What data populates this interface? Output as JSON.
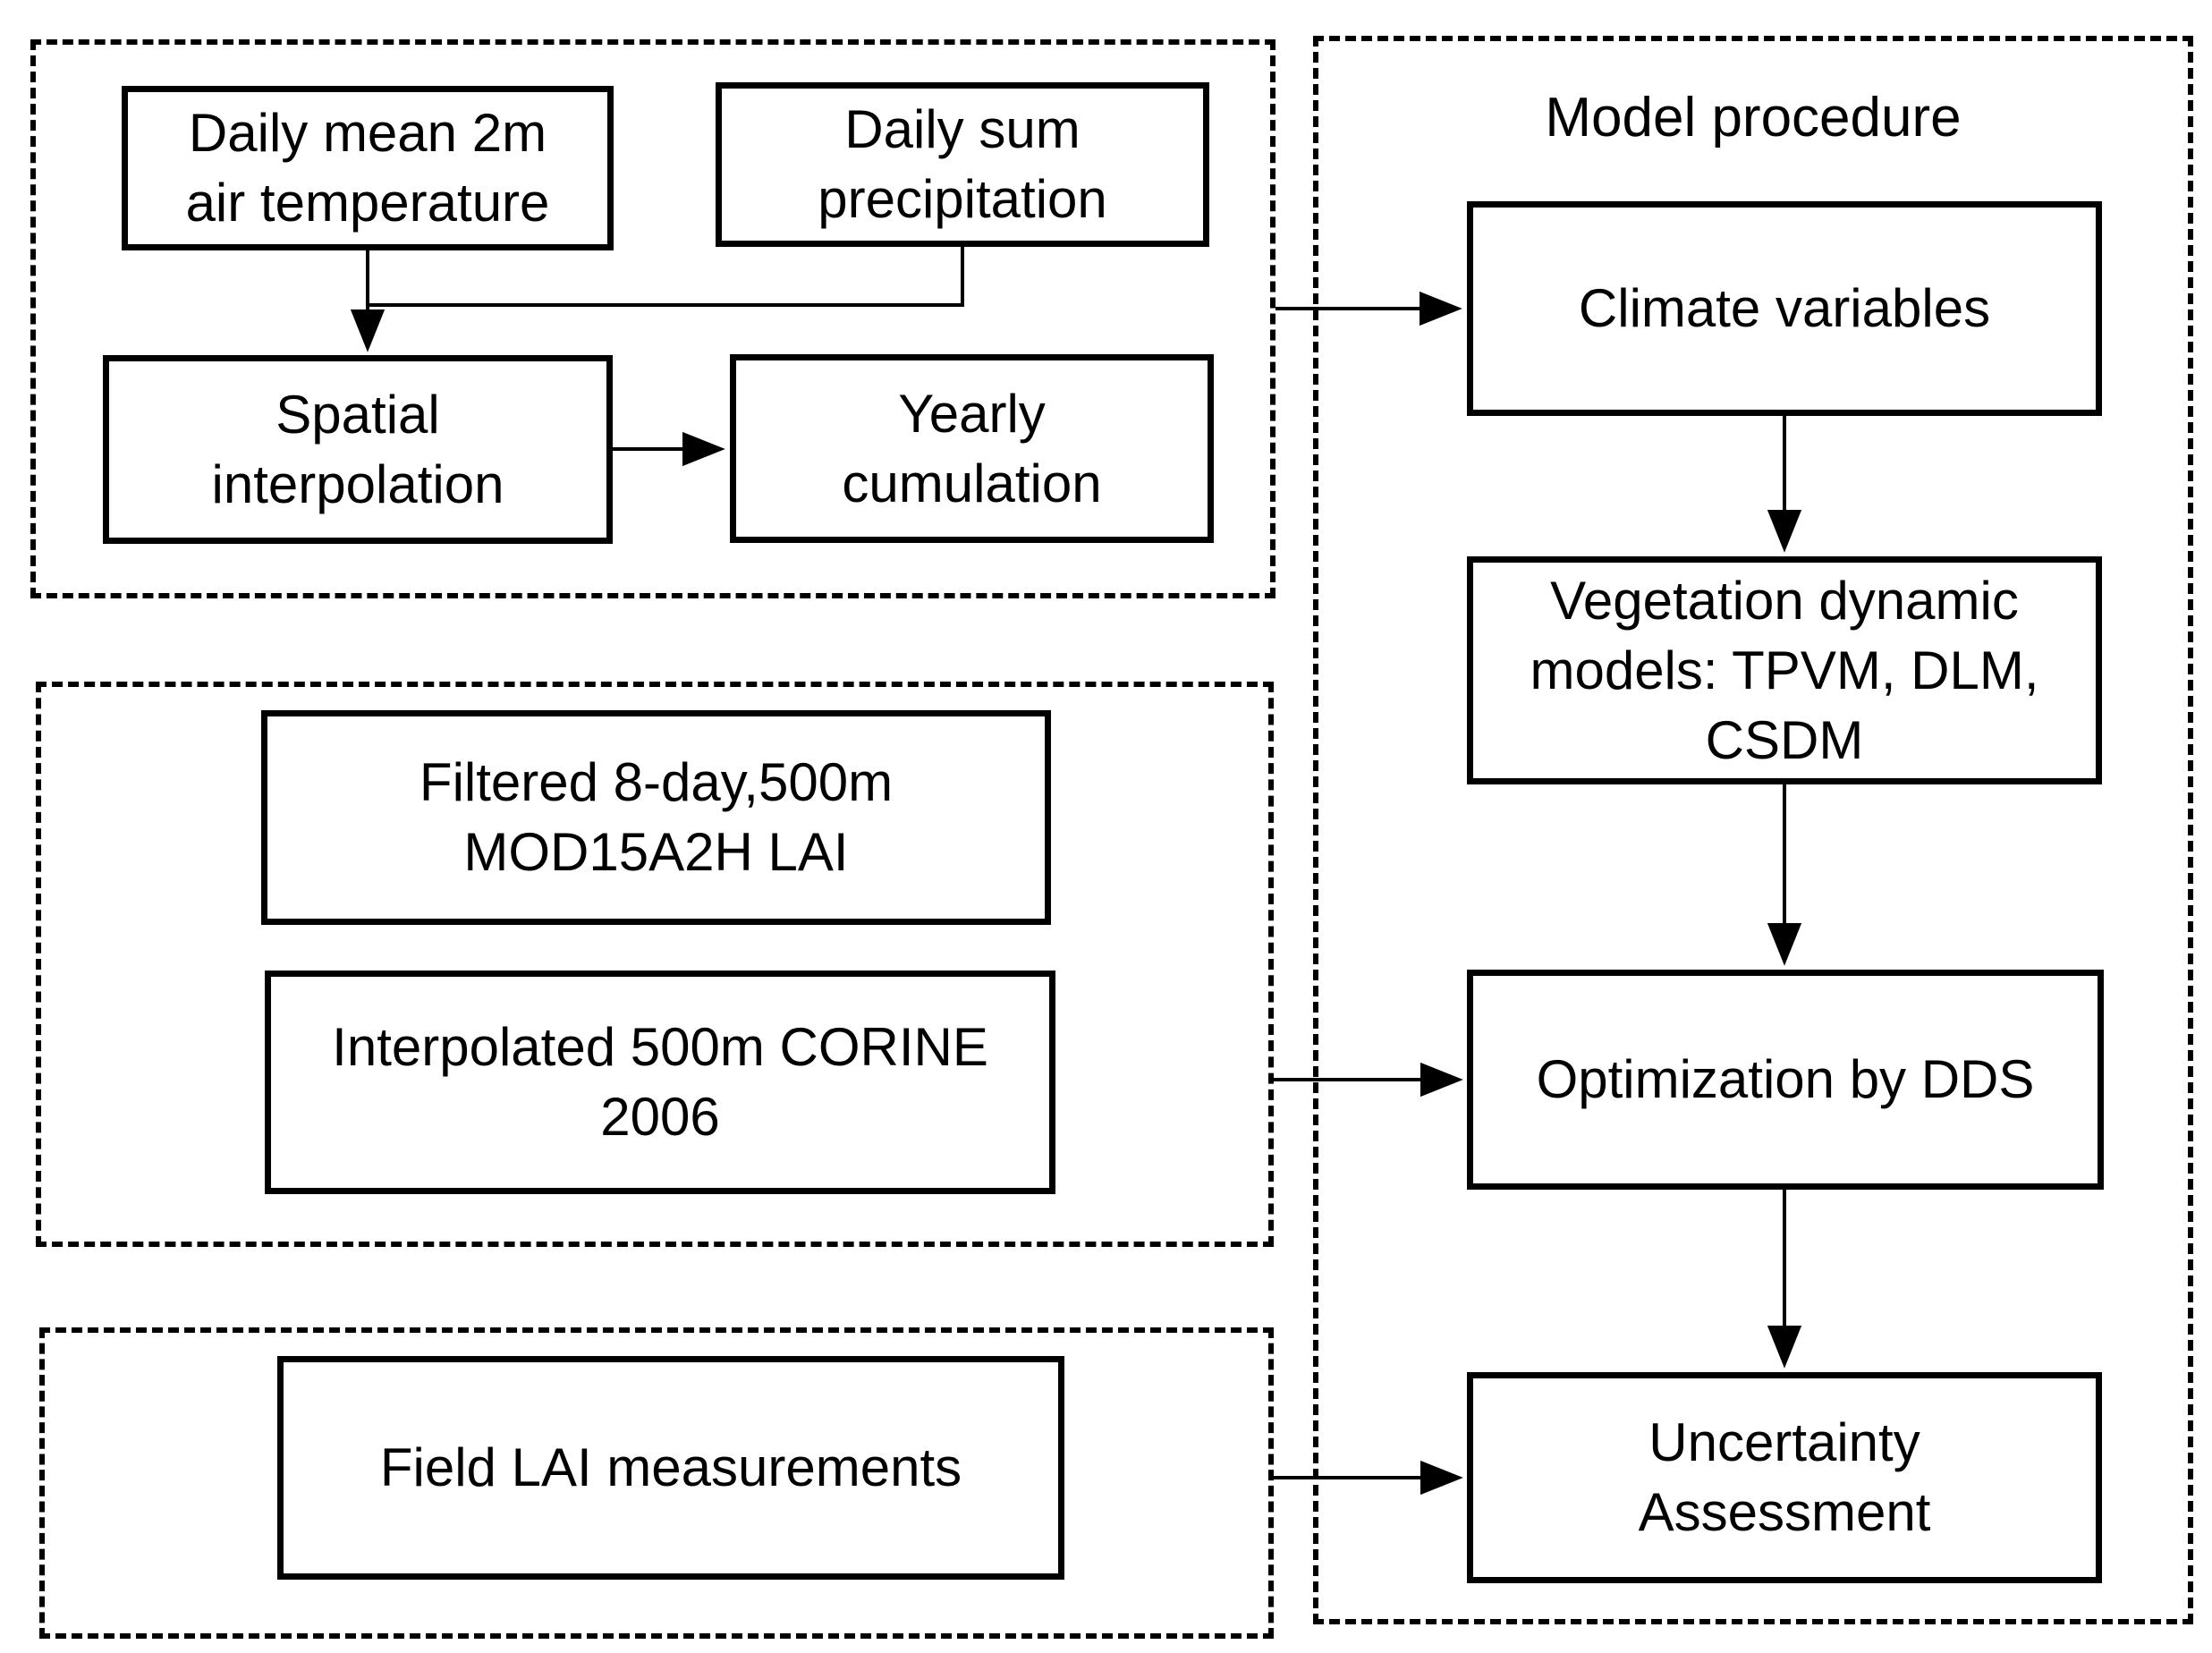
{
  "panel": {
    "title": "Model procedure"
  },
  "nodes": {
    "daily_mean_temp": {
      "label": "Daily mean 2m\nair temperature"
    },
    "daily_sum_precip": {
      "label": "Daily sum\nprecipitation"
    },
    "spatial_interpolation": {
      "label": "Spatial\ninterpolation"
    },
    "yearly_cumulation": {
      "label": "Yearly\ncumulation"
    },
    "filtered_lai": {
      "label": "Filtered 8-day,500m\nMOD15A2H LAI"
    },
    "interpolated_corine": {
      "label": "Interpolated 500m CORINE\n2006"
    },
    "field_lai": {
      "label": "Field LAI measurements"
    },
    "climate_variables": {
      "label": "Climate variables"
    },
    "vegetation_models": {
      "label": "Vegetation dynamic\nmodels: TPVM, DLM,\nCSDM"
    },
    "optimization_dds": {
      "label": "Optimization by DDS"
    },
    "uncertainty_assessment": {
      "label": "Uncertainty\nAssessment"
    }
  },
  "edges": [
    {
      "from": "daily_mean_temp",
      "to": "spatial_interpolation"
    },
    {
      "from": "daily_sum_precip",
      "to": "spatial_interpolation"
    },
    {
      "from": "spatial_interpolation",
      "to": "yearly_cumulation"
    },
    {
      "from": "climate-inputs-group",
      "to": "climate_variables"
    },
    {
      "from": "climate_variables",
      "to": "vegetation_models"
    },
    {
      "from": "vegetation_models",
      "to": "optimization_dds"
    },
    {
      "from": "satellite-inputs-group",
      "to": "optimization_dds"
    },
    {
      "from": "optimization_dds",
      "to": "uncertainty_assessment"
    },
    {
      "from": "field-measurements-group",
      "to": "uncertainty_assessment"
    }
  ],
  "colors": {
    "stroke": "#000000",
    "background": "#ffffff",
    "text": "#000000"
  }
}
